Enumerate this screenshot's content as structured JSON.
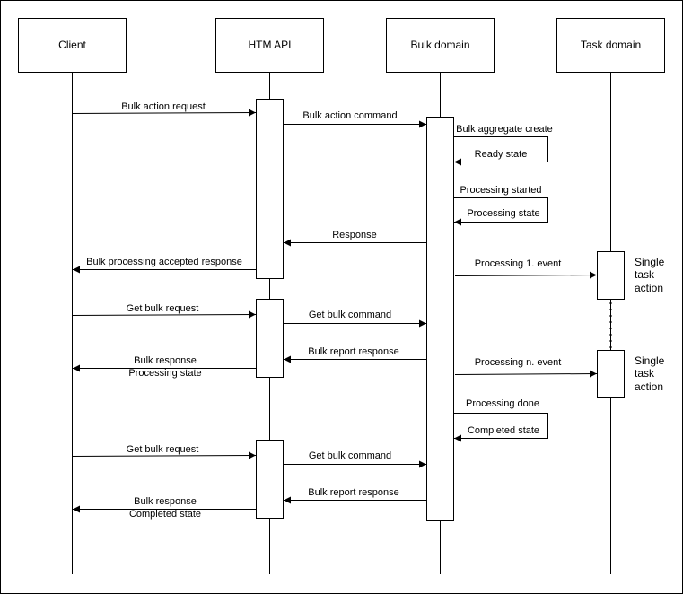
{
  "participants": [
    {
      "id": "client",
      "label": "Client"
    },
    {
      "id": "api",
      "label": "HTM API"
    },
    {
      "id": "bulk",
      "label": "Bulk domain"
    },
    {
      "id": "task",
      "label": "Task domain"
    }
  ],
  "messages": [
    {
      "id": "m1",
      "label": "Bulk action request"
    },
    {
      "id": "m2",
      "label": "Bulk action command"
    },
    {
      "id": "m3",
      "label": "Bulk aggregate create"
    },
    {
      "id": "m4",
      "label": "Ready state"
    },
    {
      "id": "m5",
      "label": "Processing started"
    },
    {
      "id": "m6",
      "label": "Processing state"
    },
    {
      "id": "m7",
      "label": "Response"
    },
    {
      "id": "m8",
      "label": "Bulk processing accepted response"
    },
    {
      "id": "m9",
      "label": "Processing 1. event"
    },
    {
      "id": "m10",
      "label": "Get bulk request"
    },
    {
      "id": "m11",
      "label": "Get bulk command"
    },
    {
      "id": "m12",
      "label": "Bulk report response"
    },
    {
      "id": "m13",
      "line1": "Bulk response",
      "line2": "Processing state"
    },
    {
      "id": "m14",
      "label": "Processing n. event"
    },
    {
      "id": "m15",
      "label": "Processing done"
    },
    {
      "id": "m16",
      "label": "Completed state"
    },
    {
      "id": "m17",
      "label": "Get bulk request"
    },
    {
      "id": "m18",
      "label": "Get bulk command"
    },
    {
      "id": "m19",
      "label": "Bulk report response"
    },
    {
      "id": "m20",
      "line1": "Bulk response",
      "line2": "Completed state"
    }
  ],
  "task_notes": [
    {
      "id": "n1",
      "lines": [
        "Single",
        "task",
        "action"
      ]
    },
    {
      "id": "n2",
      "lines": [
        "Single",
        "task",
        "action"
      ]
    }
  ]
}
